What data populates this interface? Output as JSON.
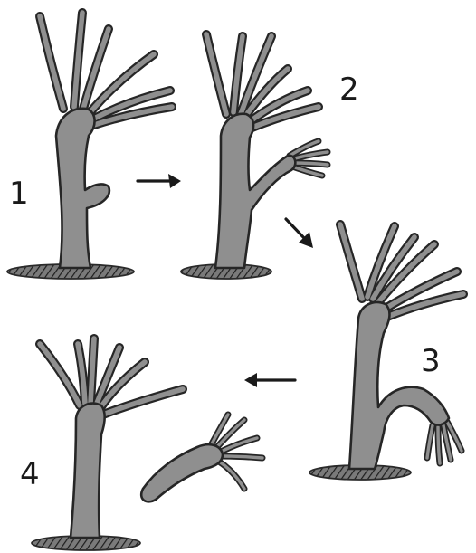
{
  "diagram": {
    "stage_labels": [
      "1",
      "2",
      "3",
      "4"
    ]
  }
}
